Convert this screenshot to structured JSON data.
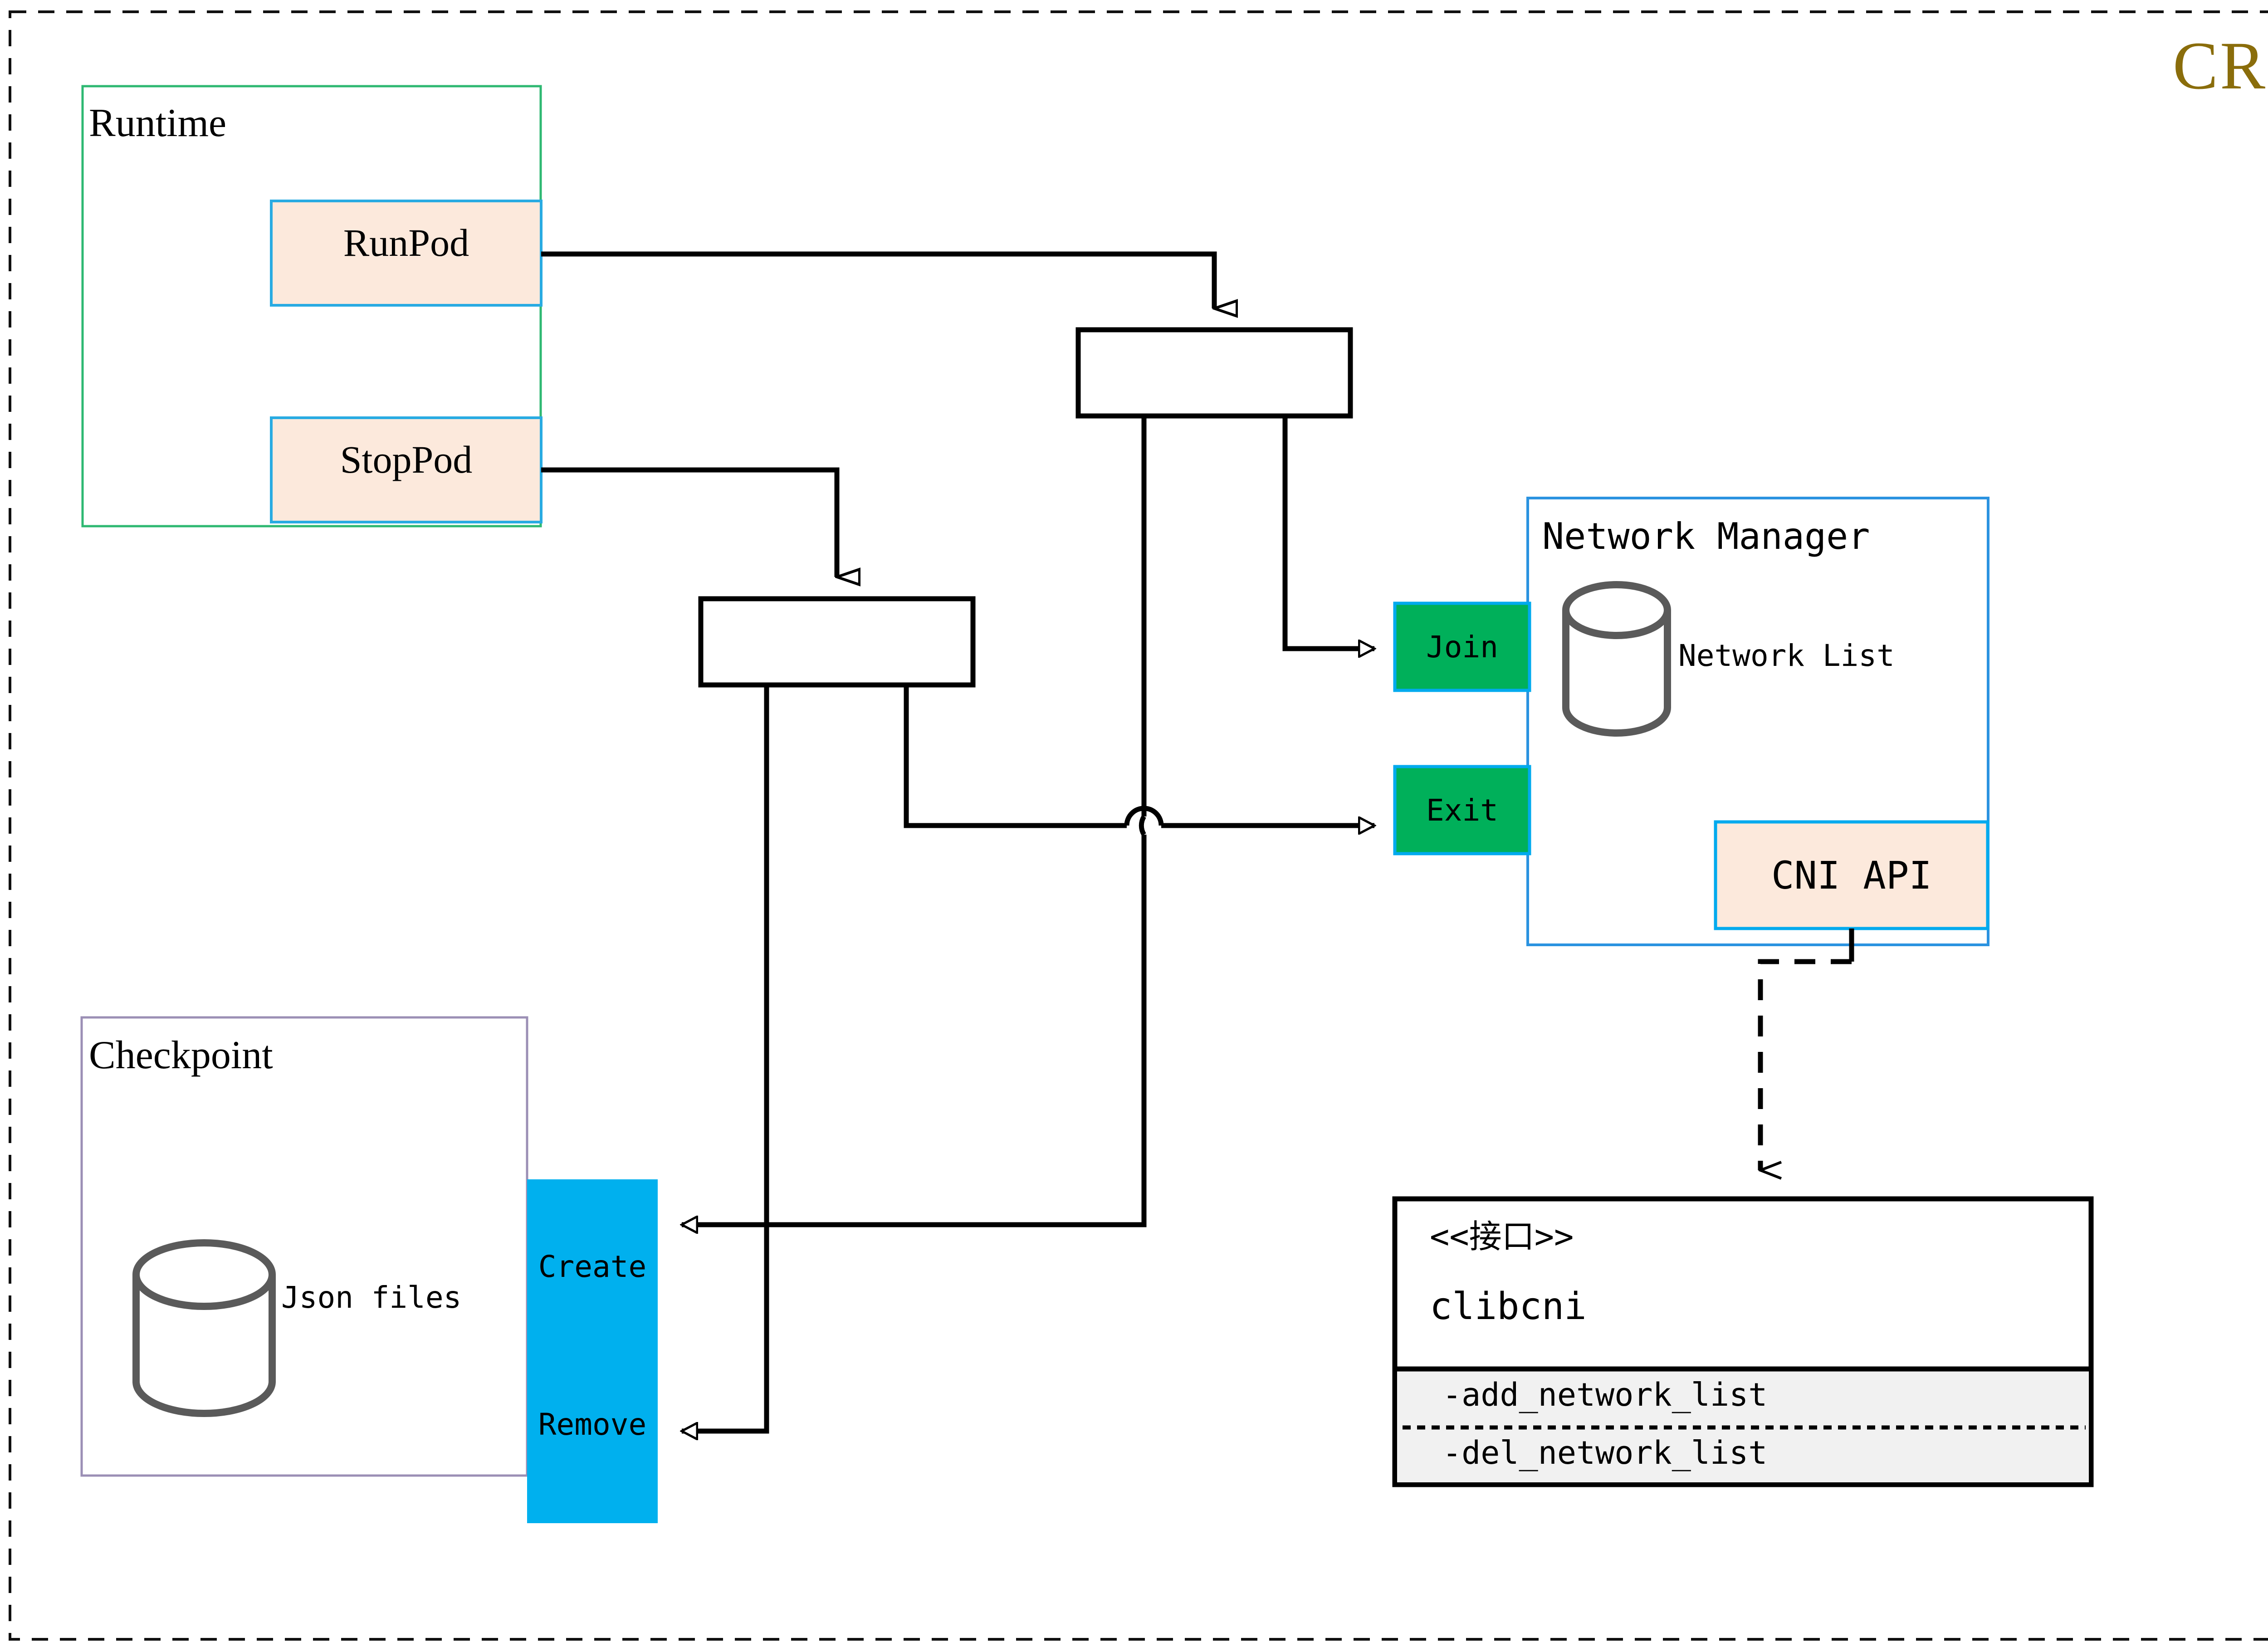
{
  "diagram": {
    "title": "CRI",
    "title_color": "#8a6d0b",
    "frame_style": "dashed",
    "colors": {
      "runtime_border": "#2eb872",
      "checkpoint_border": "#9b8fb5",
      "network_manager_border": "#2b93e0",
      "pod_fill": "#fce9dc",
      "pod_border": "#29abe2",
      "green_fill": "#00b05a",
      "green_border": "#00aaee",
      "cyan_fill": "#00b0ee",
      "cylinder_stroke": "#5a5a5a",
      "interface_fill": "#f1f1f1",
      "line": "#000000"
    }
  },
  "runtime": {
    "title": "Runtime",
    "operations": [
      {
        "label": "RunPod"
      },
      {
        "label": "StopPod"
      }
    ]
  },
  "checkpoint": {
    "title": "Checkpoint",
    "store_label": "Json files",
    "operations": [
      {
        "label": "Create"
      },
      {
        "label": "Remove"
      }
    ]
  },
  "network_manager": {
    "title": "Network Manager",
    "store_label": "Network List",
    "operations": [
      {
        "label": "Join"
      },
      {
        "label": "Exit"
      }
    ],
    "api": {
      "label": "CNI API"
    }
  },
  "interface": {
    "stereotype": "<<接口>>",
    "name": "clibcni",
    "methods": [
      {
        "label": "-add_network_list"
      },
      {
        "label": "-del_network_list"
      }
    ]
  },
  "connectors": {
    "fork_upper": {
      "label": ""
    },
    "fork_lower": {
      "label": ""
    }
  }
}
